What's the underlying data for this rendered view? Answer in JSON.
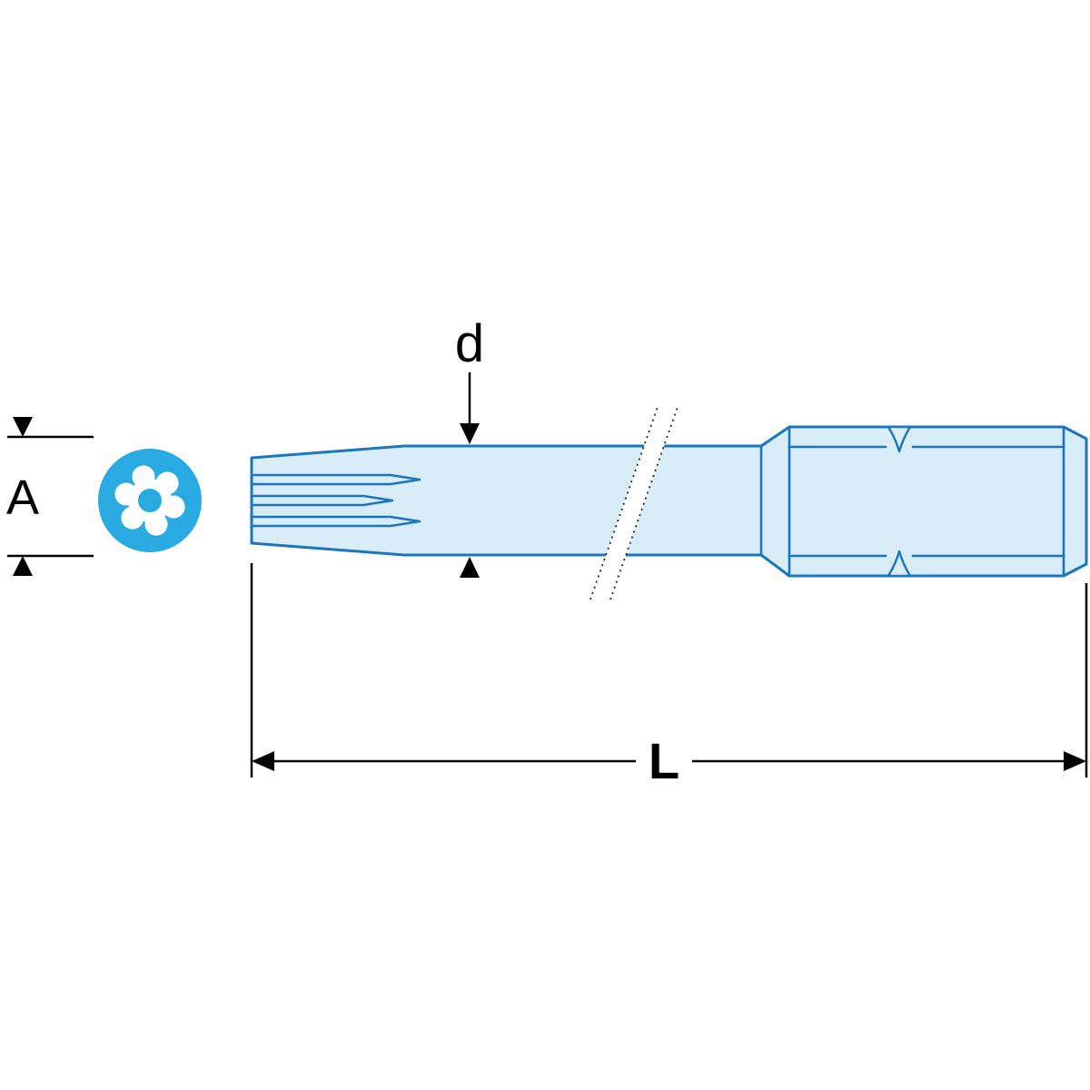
{
  "colors": {
    "outline_blue": "#1b76bd",
    "fill_light_blue": "#d9edf8",
    "cross_section_cyan": "#29abe2",
    "dimension_black": "#000000",
    "background": "#ffffff",
    "break_line_dark": "#1a1a1a"
  },
  "diagram": {
    "labels": {
      "diameter_d": "d",
      "across_flats_a": "A",
      "length_l": "L"
    }
  }
}
